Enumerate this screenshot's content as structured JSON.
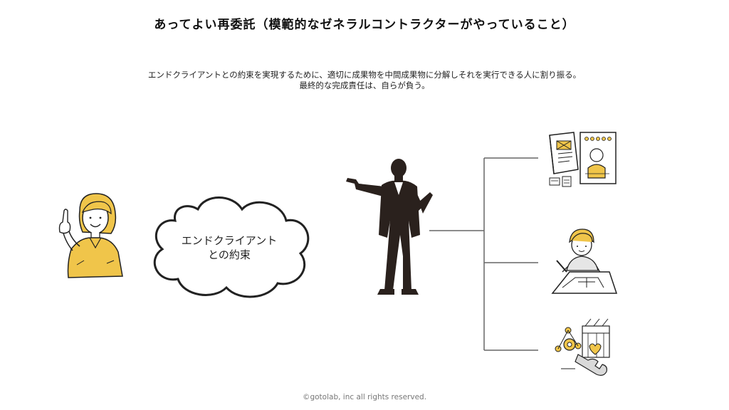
{
  "title": "あってよい再委託（模範的なゼネラルコントラクターがやっていること）",
  "description": {
    "line1": "エンドクライアントとの約束を実現するために、適切に成果物を中間成果物に分解しそれを実行できる人に割り振る。",
    "line2": "最終的な完成責任は、自らが負う。"
  },
  "cloud": {
    "line1": "エンドクライアント",
    "line2": "との約束"
  },
  "footer": "©gotolab, inc  all rights reserved.",
  "colors": {
    "accent": "#f0c54a",
    "line": "#666666",
    "silhouette": "#2a211d"
  },
  "icons": {
    "client": "client-person-pointing-icon",
    "contractor": "presenter-silhouette-icon",
    "task_1": "documents-design-icon",
    "task_2": "person-drafting-icon",
    "task_3": "engineering-tools-icon"
  }
}
